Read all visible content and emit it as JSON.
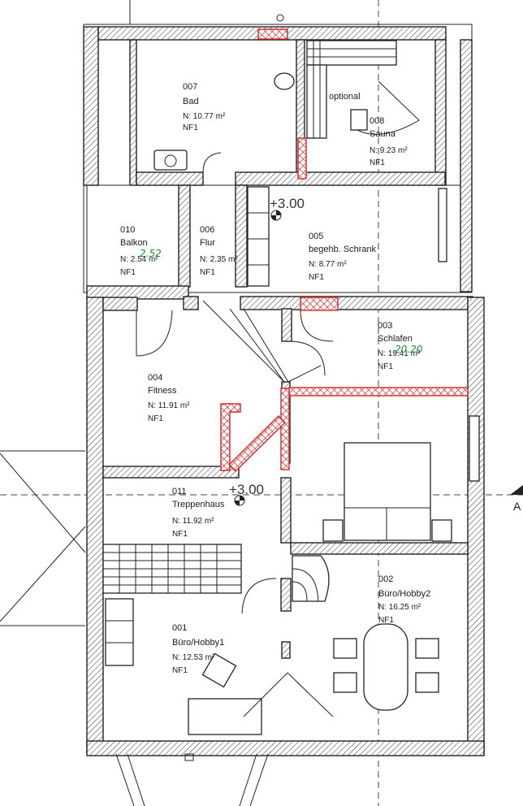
{
  "rooms": [
    {
      "id": "007",
      "name": "Bad",
      "area": "N:  10.77  m²",
      "nf": "NF1"
    },
    {
      "id": "008",
      "name": "Sauna",
      "area": "N:  9.23  m²",
      "nf": "NF1",
      "note": "optional"
    },
    {
      "id": "010",
      "name": "Balkon",
      "area": "N:  2.54  m²",
      "nf": "NF1",
      "correction": "2.52"
    },
    {
      "id": "006",
      "name": "Flur",
      "area": "N:  2.35  m²",
      "nf": "NF1"
    },
    {
      "id": "005",
      "name": "begehb. Schrank",
      "area": "N:  8.77  m²",
      "nf": "NF1"
    },
    {
      "id": "003",
      "name": "Schlafen",
      "area": "N:  19.41  m²",
      "nf": "NF1",
      "correction": "20.20"
    },
    {
      "id": "004",
      "name": "Fitness",
      "area": "N:  11.91  m²",
      "nf": "NF1"
    },
    {
      "id": "011",
      "name": "Treppenhaus",
      "area": "N:  11.92  m²",
      "nf": "NF1"
    },
    {
      "id": "002",
      "name": "Büro/Hobby2",
      "area": "N:  16.25  m²",
      "nf": "NF1"
    },
    {
      "id": "001",
      "name": "Büro/Hobby1",
      "area": "N:  12.53  m²",
      "nf": "NF1"
    }
  ],
  "levels": [
    "+3.00",
    "+3.00"
  ],
  "section_marker": "A",
  "colors": {
    "wall": "#222222",
    "demolition": "#d42828",
    "correction": "#1f8a3a"
  }
}
